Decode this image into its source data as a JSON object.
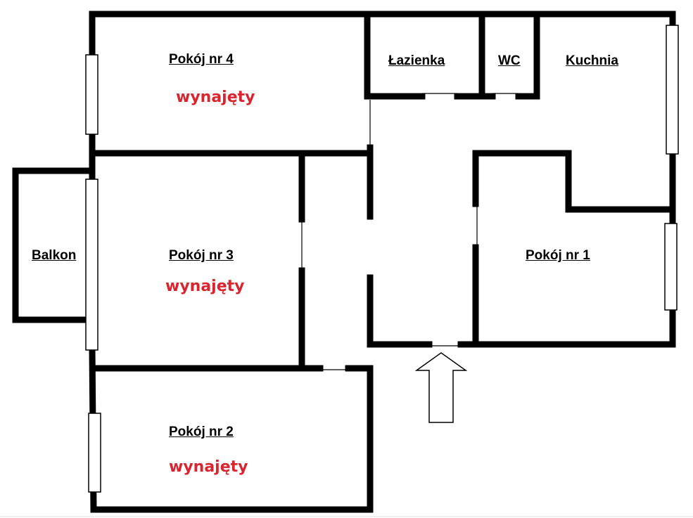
{
  "rooms": {
    "pokoj4": "Pokój nr 4",
    "lazienka": "Łazienka",
    "wc": "WC",
    "kuchnia": "Kuchnia",
    "balkon": "Balkon",
    "pokoj3": "Pokój nr 3",
    "pokoj1": "Pokój nr 1",
    "pokoj2": "Pokój nr 2"
  },
  "status": {
    "pokoj4": "wynajęty",
    "pokoj3": "wynajęty",
    "pokoj2": "wynajęty"
  },
  "colors": {
    "status": "#d9252f",
    "walls": "#000000"
  },
  "icons": {
    "entrance": "up-arrow"
  }
}
